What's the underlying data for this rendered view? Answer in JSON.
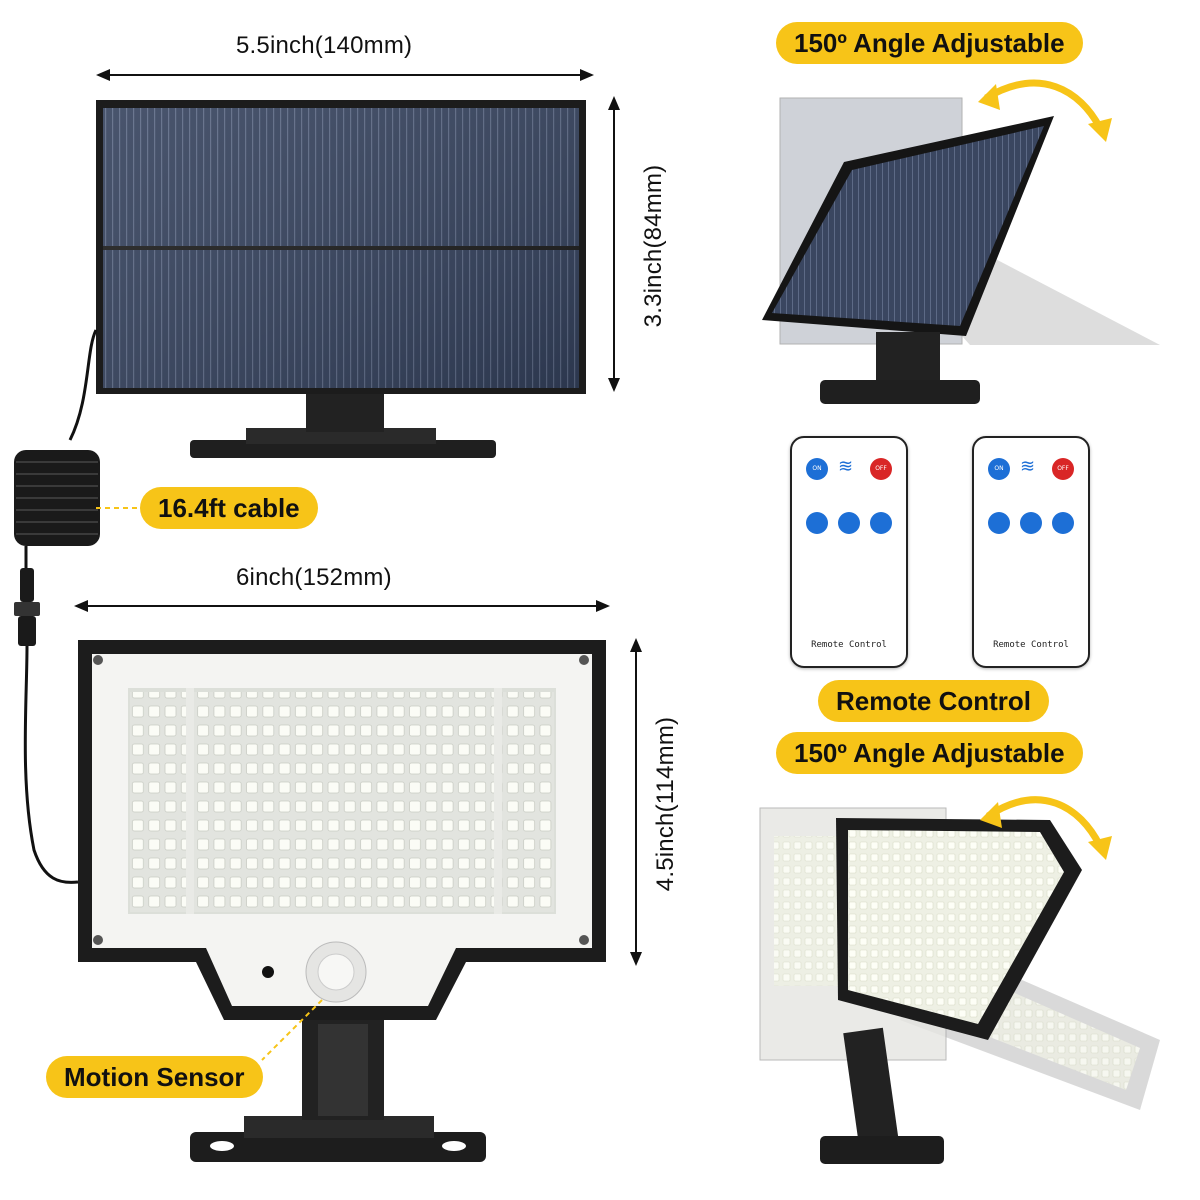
{
  "solar_panel": {
    "width_label": "5.5inch(140mm)",
    "height_label": "3.3inch(84mm)"
  },
  "cable": {
    "label": "16.4ft cable"
  },
  "light": {
    "width_label": "6inch(152mm)",
    "height_label": "4.5inch(114mm)",
    "sensor_label": "Motion Sensor"
  },
  "panel_adjust": {
    "label": "150º Angle Adjustable"
  },
  "remotes": {
    "label": "Remote Control",
    "items": [
      {
        "on": "ON",
        "off": "OFF",
        "text": "Remote Control"
      },
      {
        "on": "ON",
        "off": "OFF",
        "text": "Remote Control"
      }
    ]
  },
  "light_adjust": {
    "label": "150º Angle Adjustable"
  },
  "colors": {
    "badge": "#f7c418",
    "frame": "#1c1c1c",
    "cell": "#2e3a52",
    "led": "#f3f5f0"
  }
}
